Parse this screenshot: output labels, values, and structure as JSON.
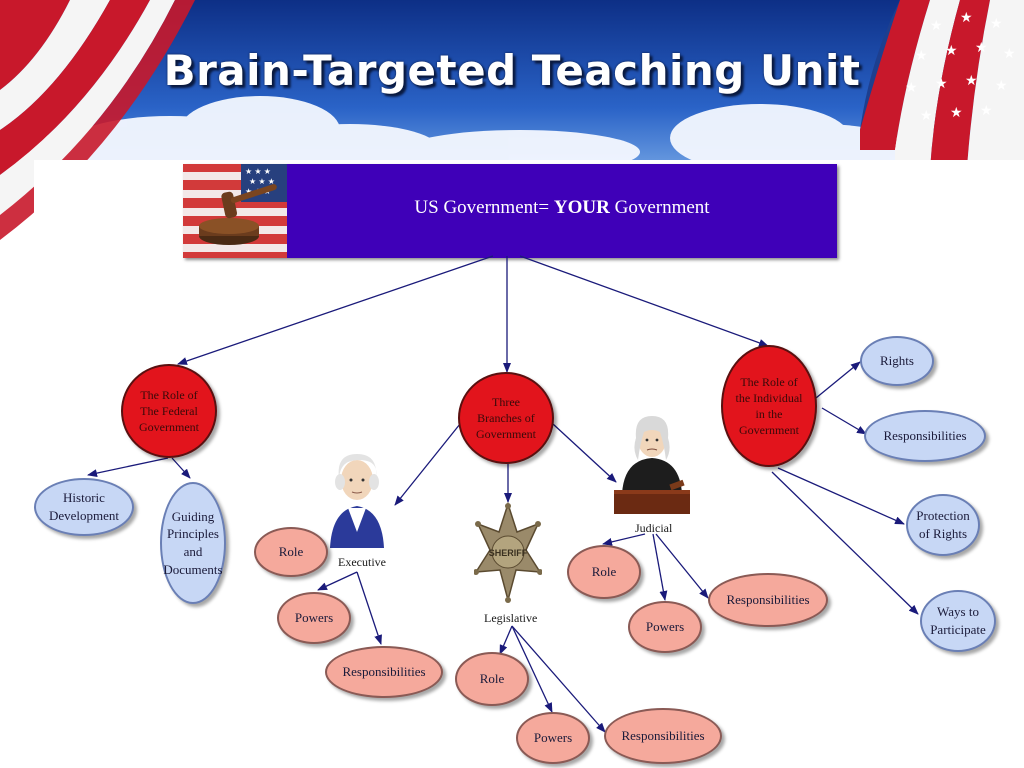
{
  "slide": {
    "title": "Brain-Targeted Teaching Unit"
  },
  "banner": {
    "prefix": "US Government= ",
    "emphasis": "YOUR",
    "suffix": " Government"
  },
  "nodes": {
    "federal": "The Role of\nThe Federal\nGovernment",
    "branches": "Three\nBranches of\nGovernment",
    "individual": "The Role of\nthe Individual\nin the\nGovernment",
    "historic": "Historic\nDevelopment",
    "guiding": "Guiding\nPrinciples\nand\nDocuments",
    "exec_role": "Role",
    "exec_powers": "Powers",
    "exec_resp": "Responsibilities",
    "leg_role": "Role",
    "leg_powers": "Powers",
    "leg_resp": "Responsibilities",
    "jud_role": "Role",
    "jud_powers": "Powers",
    "jud_resp": "Responsibilities",
    "rights": "Rights",
    "responsibilities": "Responsibilities",
    "protection": "Protection\nof Rights",
    "ways": "Ways to\nParticipate"
  },
  "labels": {
    "executive": "Executive",
    "legislative": "Legislative",
    "judicial": "Judicial"
  },
  "colors": {
    "banner": "#3f00b8",
    "red_node": "#e2141c",
    "blue_node": "#c7d7f5",
    "pink_node": "#f5a99c",
    "arrow": "#1a1a7a"
  },
  "icons": [
    "flag-gavel-photo-icon",
    "george-washington-icon",
    "sheriff-star-icon",
    "judge-icon",
    "american-flag-icon"
  ]
}
